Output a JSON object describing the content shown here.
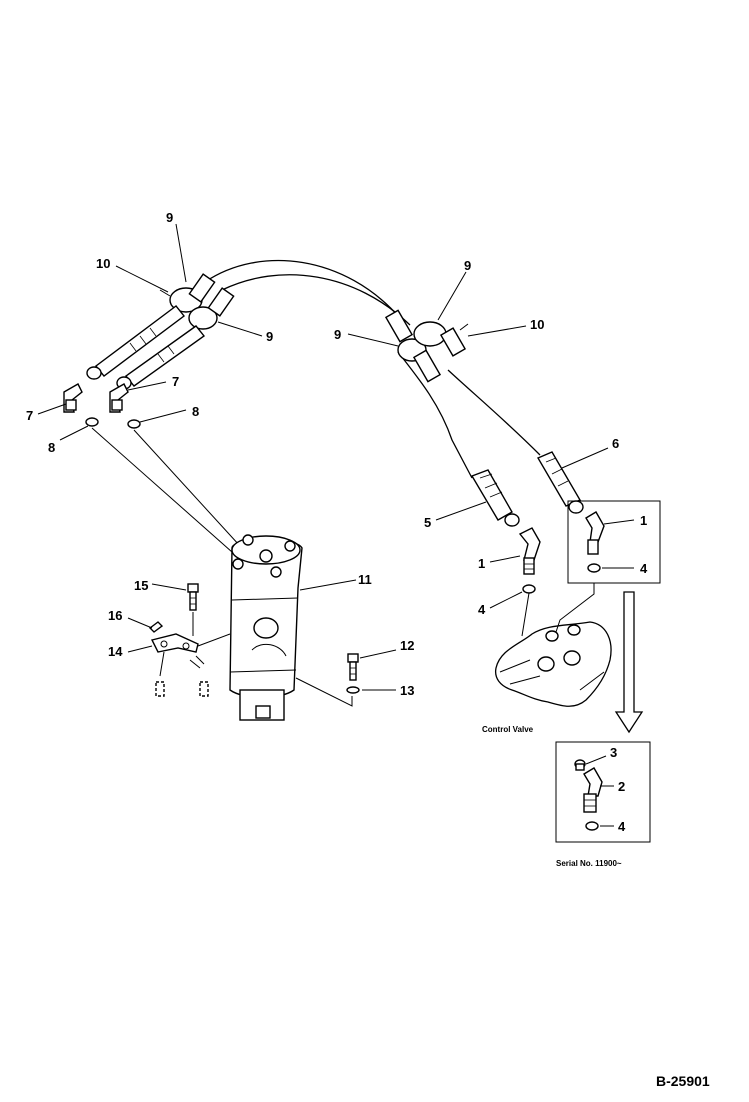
{
  "diagram": {
    "figure_number": "B-25901",
    "caption_control_valve": "Control Valve",
    "caption_serial": "Serial No. 11900~",
    "callouts": {
      "left_top_9": "9",
      "left_10": "10",
      "left_mid_9": "9",
      "right_top_9": "9",
      "right_left_9": "9",
      "right_10": "10",
      "left_7": "7",
      "right_7": "7",
      "left_8": "8",
      "right_8": "8",
      "hose_6": "6",
      "hose_5": "5",
      "elbow_1_box": "1",
      "oring_4_box": "4",
      "elbow_1": "1",
      "oring_4": "4",
      "bolt_15": "15",
      "plate_16": "16",
      "bracket_14": "14",
      "bolt_12": "12",
      "washer_13": "13",
      "nipple_3": "3",
      "elbow_2": "2",
      "oring_4_lower": "4",
      "joint_11": "11"
    }
  },
  "colors": {
    "ink": "#000000",
    "paper": "#ffffff"
  }
}
